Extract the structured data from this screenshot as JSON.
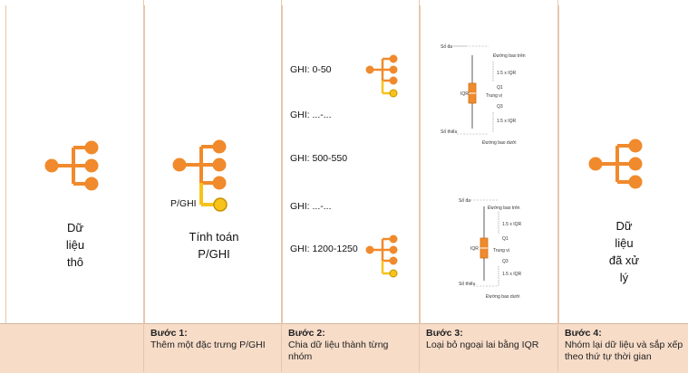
{
  "panels": {
    "raw": {
      "label_lines": [
        "Dữ",
        "liệu",
        "thô"
      ]
    },
    "compute": {
      "pghi_tag": "P/GHI",
      "label_lines": [
        "Tính toán",
        "P/GHI"
      ]
    },
    "groups": {
      "labels": [
        "GHI: 0-50",
        "GHI: ...-...",
        "GHI: 500-550",
        "GHI: ...-...",
        "GHI: 1200-1250"
      ]
    },
    "iqr": {
      "top": {
        "max": "Số đa",
        "upper_fence": "Đường bao trên",
        "q1": "Q1",
        "iqr": "IQR",
        "median": "Trung vị",
        "q3": "Q3",
        "min": "Số thiểu",
        "lower_fence": "Đường bao dưới",
        "mult": "1.5 x IQR"
      },
      "bottom": {
        "max": "Số đa",
        "upper_fence": "Đường bao trên",
        "q1": "Q1",
        "iqr": "IQR",
        "median": "Trung vị",
        "q3": "Q3",
        "min": "Số thiểu",
        "lower_fence": "Đường bao dưới",
        "mult": "1.5 x IQR"
      }
    },
    "processed": {
      "label_lines": [
        "Dữ",
        "liệu",
        "đã xử",
        "lý"
      ]
    }
  },
  "captions": [
    {
      "step": "",
      "desc": ""
    },
    {
      "step": "Bước 1:",
      "desc": "Thêm một đặc trưng P/GHI"
    },
    {
      "step": "Bước 2:",
      "desc": "Chia dữ liệu thành từng nhóm"
    },
    {
      "step": "Bước 3:",
      "desc": "Loại bỏ ngoại lai bằng IQR"
    },
    {
      "step": "Bước 4:",
      "desc": "Nhóm lại dữ liệu và sắp xếp theo thứ tự thời gian"
    }
  ],
  "colors": {
    "orange": "#f08a2c",
    "yellow": "#f7c31a",
    "yellow_stroke": "#c79200",
    "caption_bg": "#f7dcc8",
    "divider": "#e7c7ac"
  }
}
